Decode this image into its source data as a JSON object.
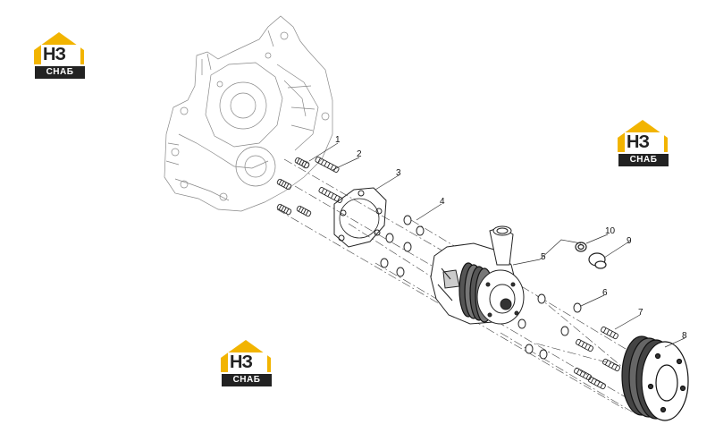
{
  "watermark": {
    "brand": "НЗ",
    "sub": "СНАБ",
    "accent": "#f2b400",
    "dark": "#222222"
  },
  "callouts": [
    "1",
    "2",
    "3",
    "4",
    "5",
    "6",
    "7",
    "8",
    "9",
    "10"
  ]
}
